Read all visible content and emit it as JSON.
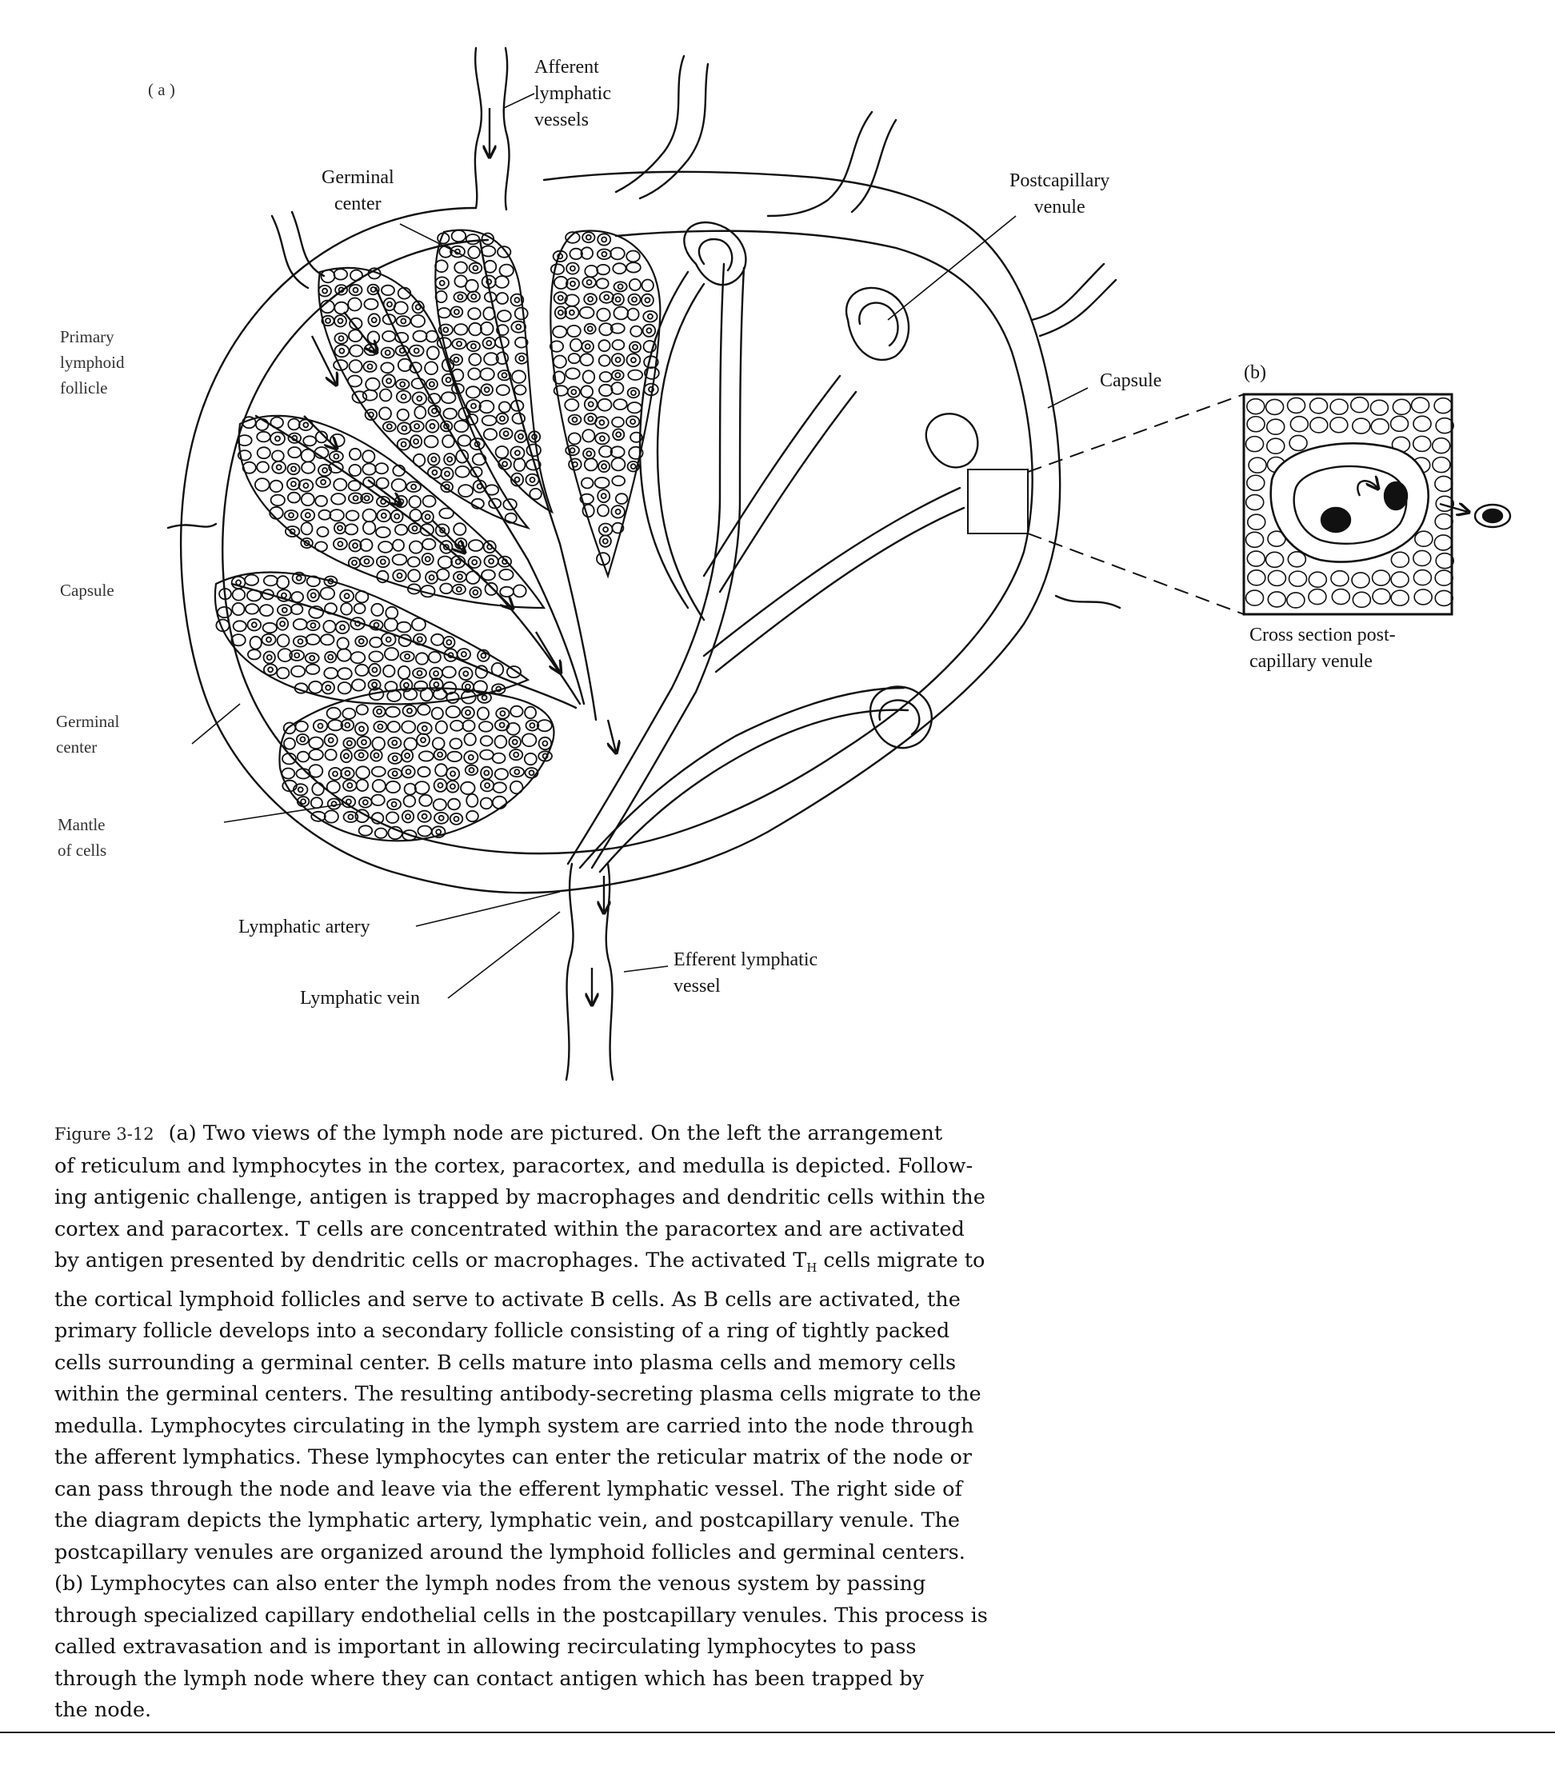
{
  "labels": {
    "panel_a": "( a )",
    "panel_b": "(b)",
    "afferent": [
      "Afferent",
      "lymphatic",
      "vessels"
    ],
    "germinal_top": [
      "Germinal",
      "center"
    ],
    "postcapillary": [
      "Postcapillary",
      "venule"
    ],
    "capsule_right": "Capsule",
    "primary_follicle": [
      "Primary",
      "lymphoid",
      "follicle"
    ],
    "capsule_left": "Capsule",
    "germinal_left": [
      "Germinal",
      "center"
    ],
    "mantle": [
      "Mantle",
      "of cells"
    ],
    "lymphatic_artery": "Lymphatic artery",
    "lymphatic_vein": "Lymphatic vein",
    "efferent": [
      "Efferent lymphatic",
      "vessel"
    ],
    "cross_section": [
      "Cross section post-",
      "capillary venule"
    ]
  },
  "caption": {
    "figure_number": "Figure 3-12",
    "line1_rest": "(a) Two views of the lymph node are pictured. On the left the arrangement",
    "lines_a": [
      "of reticulum and lymphocytes in the cortex, paracortex, and medulla is depicted. Follow-",
      "ing antigenic challenge, antigen is trapped by macrophages and dendritic cells within the",
      "cortex and paracortex. T cells are concentrated within the paracortex and are activated"
    ],
    "line_th_before": "by antigen presented by dendritic cells or macrophages. The activated T",
    "line_th_sub": "H",
    "line_th_after": " cells migrate to",
    "lines_b": [
      "the cortical lymphoid follicles and serve to activate B cells. As B cells are activated, the",
      "primary follicle develops into a secondary follicle consisting of a ring of tightly packed",
      "cells surrounding a germinal center. B cells mature into plasma cells and memory cells",
      "within the germinal centers. The resulting antibody-secreting plasma cells migrate to the",
      "medulla. Lymphocytes circulating in the lymph system are carried into the node through",
      "the afferent lymphatics. These lymphocytes can enter the reticular matrix of the node or",
      "can pass through the node and leave via the efferent lymphatic vessel. The right side of",
      "the diagram depicts the lymphatic artery, lymphatic vein, and postcapillary venule. The",
      "postcapillary venules are organized around the lymphoid follicles and germinal centers.",
      "(b) Lymphocytes can also enter the lymph nodes from the venous system by passing",
      "through specialized capillary endothelial cells in the postcapillary venules. This process is",
      "called extravasation and is important in allowing recirculating lymphocytes to pass",
      "through the lymph node where they can contact antigen which has been trapped by",
      "the node."
    ]
  }
}
